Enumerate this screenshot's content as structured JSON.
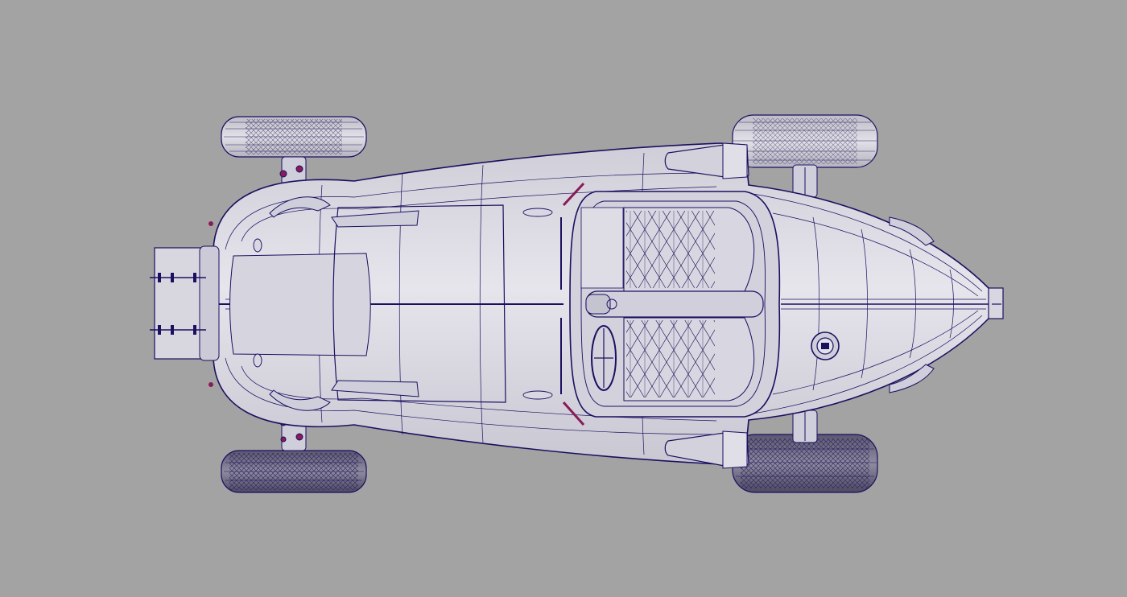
{
  "viewport": {
    "background": "#a3a3a3",
    "view": "top",
    "shading_mode": "wireframe-on-shaded",
    "wire_color": "#1a1060",
    "shade_color": "#dcdbe3",
    "highlight_color": "#8a1a5a",
    "object": "race-car-top-view-model"
  }
}
